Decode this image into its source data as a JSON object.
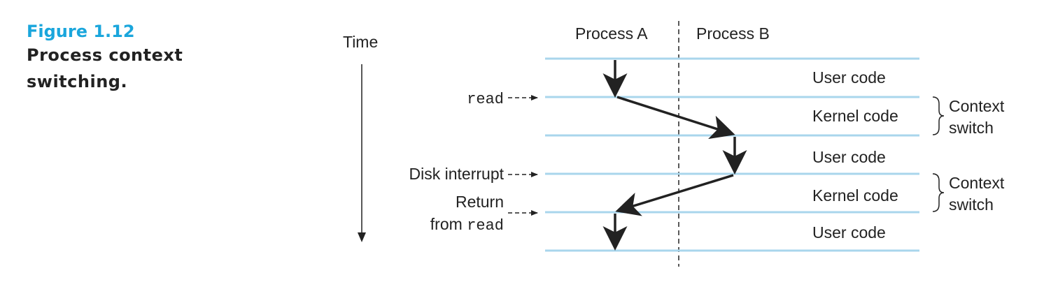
{
  "figure": {
    "number": "Figure 1.12",
    "title": "Process context switching."
  },
  "diagram": {
    "time_label": "Time",
    "columns": {
      "a": "Process A",
      "b": "Process B"
    },
    "events": {
      "read": "read",
      "disk_interrupt": "Disk interrupt",
      "return_line1": "Return",
      "return_from": "from ",
      "return_read": "read"
    },
    "regions": [
      "User code",
      "Kernel code",
      "User code",
      "Kernel code",
      "User code"
    ],
    "context_switch": [
      {
        "line1": "Context",
        "line2": "switch"
      },
      {
        "line1": "Context",
        "line2": "switch"
      }
    ]
  },
  "colors": {
    "accent": "#1aa6dc",
    "timeline": "#a9d6ec",
    "ink": "#222222"
  }
}
